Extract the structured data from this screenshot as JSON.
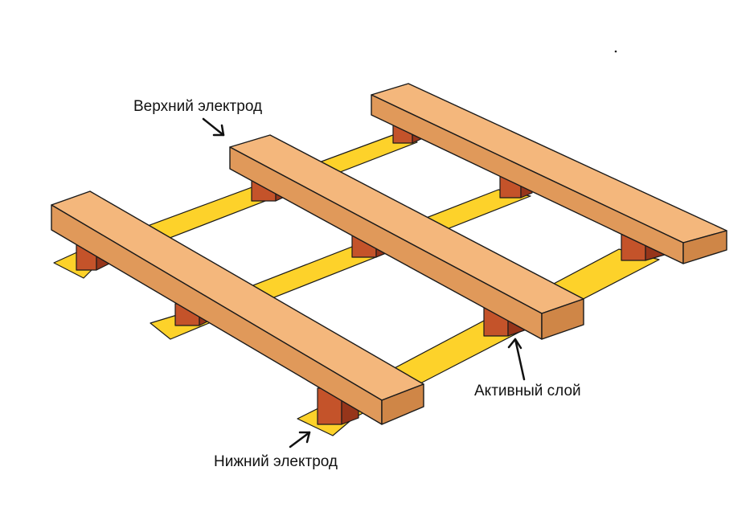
{
  "labels": {
    "top_electrode": "Верхний электрод",
    "active_layer": "Активный слой",
    "bottom_electrode": "Нижний электрод"
  },
  "colors": {
    "top_electrode_top": "#f4b77c",
    "top_electrode_front": "#e0995a",
    "top_electrode_end": "#cf8647",
    "bottom_electrode": "#fdd22a",
    "active_layer_front": "#c4532a",
    "active_layer_side": "#96351a",
    "outline": "#1a1a1a",
    "text": "#111111"
  },
  "structure": {
    "top_electrodes": 3,
    "bottom_electrodes": 3,
    "active_layer_cells": 9
  }
}
